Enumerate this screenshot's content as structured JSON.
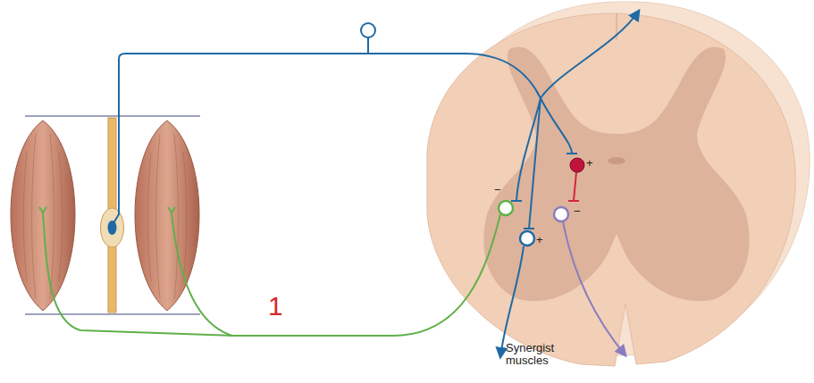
{
  "diagram": {
    "labels": [
      "+",
      "−",
      "−",
      "+",
      "1",
      "Synergist muscles"
    ]
  }
}
